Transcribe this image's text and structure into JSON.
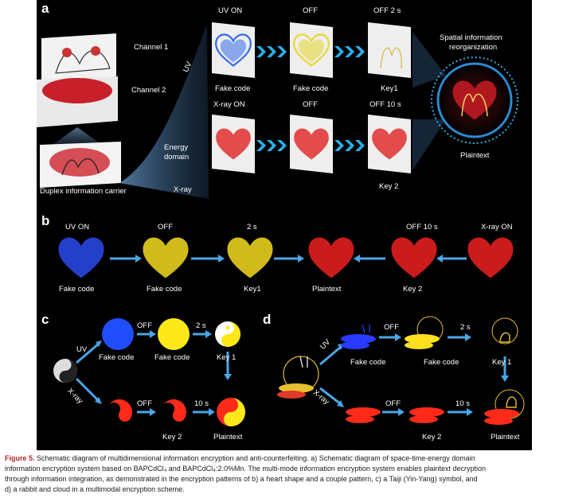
{
  "panel_a": {
    "letter": "a",
    "channel1": "Channel 1",
    "channel2": "Channel 2",
    "carrier": "Duplex information carrier",
    "uv": "UV",
    "energy": [
      "Energy",
      "domain"
    ],
    "xray": "X-ray",
    "top_row": [
      {
        "top": "UV ON",
        "bottom": "Fake code",
        "color": "#3a6ee8"
      },
      {
        "top": "OFF",
        "bottom": "Fake code",
        "color": "#e8d83a"
      },
      {
        "top": "OFF 2 s",
        "bottom": "Key1",
        "color": "#d8c260"
      }
    ],
    "bottom_row": [
      {
        "top": "X-ray ON",
        "bottom": "",
        "color": "#e03030"
      },
      {
        "top": "OFF",
        "bottom": "",
        "color": "#e03030"
      },
      {
        "top": "OFF 10 s",
        "bottom": "Key 2",
        "color": "#e03030"
      }
    ],
    "spatial": [
      "Spatial information",
      "reorganization"
    ],
    "plaintext": "Plaintext"
  },
  "panel_b": {
    "letter": "b",
    "items": [
      {
        "top": "UV ON",
        "bottom": "Fake code",
        "color": "#2848e0"
      },
      {
        "top": "OFF",
        "bottom": "Fake code",
        "color": "#e8d020"
      },
      {
        "top": "2 s",
        "bottom": "Key1",
        "color": "#e8d020"
      },
      {
        "top": "",
        "bottom": "Plaintext",
        "color": "#e02020"
      },
      {
        "top": "OFF 10 s",
        "bottom": "Key 2",
        "color": "#e02020"
      },
      {
        "top": "X-ray ON",
        "bottom": "",
        "color": "#e02020"
      }
    ]
  },
  "panel_c": {
    "letter": "c",
    "uv": "UV",
    "xray": "X-ray",
    "off1": "OFF",
    "t2": "2 s",
    "off2": "OFF",
    "t10": "10 s",
    "fake1": "Fake code",
    "fake2": "Fake code",
    "key1": "Key 1",
    "key2": "Key 2",
    "plaintext": "Plaintext",
    "blue": "#1f4dff",
    "yellow": "#ffe81a",
    "red": "#ff2a1a"
  },
  "panel_d": {
    "letter": "d",
    "uv": "UV",
    "xray": "X-ray",
    "off1": "OFF",
    "t2": "2 s",
    "off2": "OFF",
    "t10": "10 s",
    "fake1": "Fake code",
    "fake2": "Fake code",
    "key1": "Key 1",
    "key2": "Key 2",
    "plaintext": "Plaintext"
  },
  "caption": {
    "label": "Figure 5.",
    "l1": "Schematic diagram of multidimensional information encryption and anti-counterfeiting. a) Schematic diagram of space-time-energy domain",
    "l2": "information encryption system based on BAPCdCl₄ and BAPCdCl₄:2.0%Mn. The multi-mode information encryption system enables plaintext decryption",
    "l3": "through information integration, as demonstrated in the encryption patterns of b) a heart shape and a couple pattern, c) a Taiji (Yin-Yang) symbol, and",
    "l4": "d) a rabbit and cloud in a multimodal encryption scheme."
  },
  "colors": {
    "arrow": "#4aa6e6",
    "chevron": "#2ab0e8",
    "background": "#000000"
  }
}
